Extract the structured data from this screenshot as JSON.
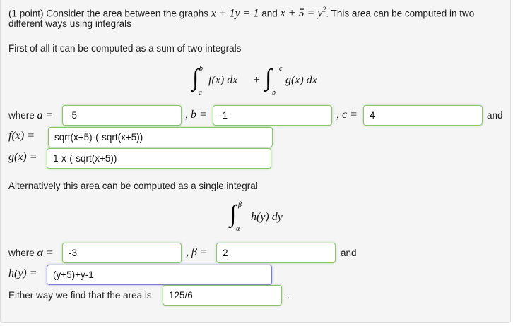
{
  "problem": {
    "intro_prefix": "(1 point) Consider the area between the graphs",
    "eq1": "x + 1y = 1",
    "and_word": "and",
    "eq2": "x + 5 = y",
    "eq2_exp": "2",
    "intro_suffix": ". This area can be computed in two",
    "intro_line2": "different ways using integrals"
  },
  "part1": {
    "heading": "First of all it can be computed as a sum of two integrals",
    "integral1": {
      "lower": "a",
      "upper": "b",
      "integrand": "f(x) dx"
    },
    "plus": "+",
    "integral2": {
      "lower": "b",
      "upper": "c",
      "integrand": "g(x) dx"
    },
    "where_label": "where",
    "a_label": "a =",
    "b_label": ", b =",
    "c_label": ", c =",
    "and_label": "and",
    "f_label": "f(x) =",
    "g_label": "g(x) =",
    "answers": {
      "a": "-5",
      "b": "-1",
      "c": "4",
      "f": "sqrt(x+5)-(-sqrt(x+5))",
      "g": "1-x-(-sqrt(x+5))"
    }
  },
  "part2": {
    "heading": "Alternatively this area can be computed as a single integral",
    "integral": {
      "lower": "α",
      "upper": "β",
      "integrand": "h(y) dy"
    },
    "where_label": "where",
    "alpha_label": "α =",
    "beta_label": ", β =",
    "and_label": "and",
    "h_label": "h(y) =",
    "area_label": "Either way we find that the area is",
    "period": ".",
    "answers": {
      "alpha": "-3",
      "beta": "2",
      "h": "(y+5)+y-1",
      "area": "125/6"
    }
  },
  "colors": {
    "panel_bg": "#f5f5f5",
    "field_border_correct": "#8cc46d",
    "field_border_focused": "#7d7ad6"
  }
}
